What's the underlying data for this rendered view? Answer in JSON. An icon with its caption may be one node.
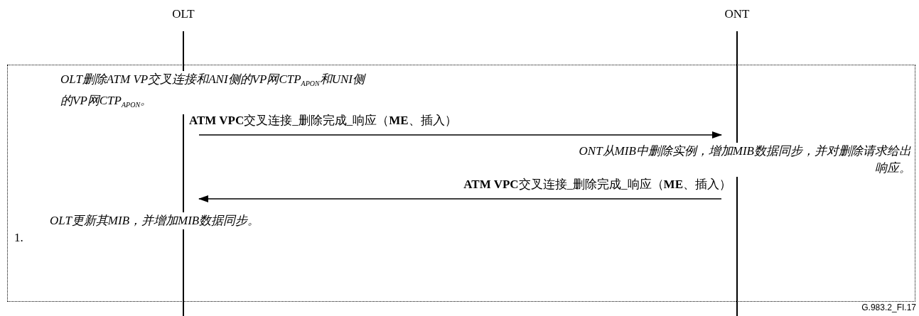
{
  "diagram": {
    "nodes": [
      {
        "text": [
          "OLT"
        ]
      },
      {
        "text": [
          "ONT"
        ]
      }
    ],
    "edges": [
      {
        "from": 0,
        "to": 1,
        "arrow": "to",
        "label": "**ATM VPC**交叉连接_删除完成_响应（**ME**、插入）"
      },
      {
        "from": 1,
        "to": 0,
        "arrow": "to",
        "label": "**ATM VPC**交叉连接_删除完成_响应（**ME**、插入）"
      }
    ],
    "labels": [
      "OLT删除ATM VP交叉连接和ANI侧的VP网CTP$_{APON}$和UNI侧的VP网CTP$_{APON}$。",
      "ONT从MIB中删除实例，增加MIB数据同步，并对删除请求给出响应。",
      "OLT更新其MIB，并增加MIB数据同步。",
      "1.",
      "G.983.2_FI.17"
    ]
  }
}
